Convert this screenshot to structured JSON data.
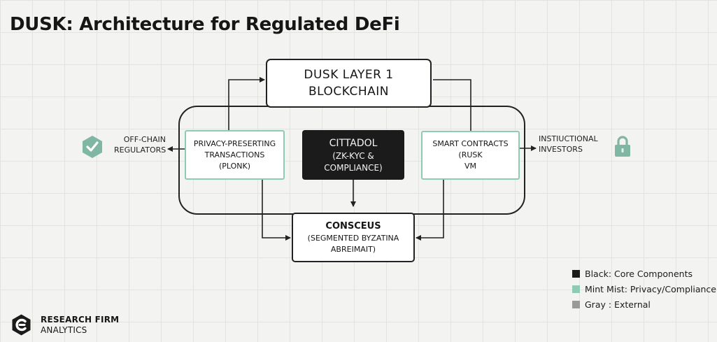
{
  "title": "DUSK: Architecture for Regulated DeFi",
  "nodes": {
    "layer1": {
      "line1": "DUSK LAYER 1",
      "line2": "BLOCKCHAIN"
    },
    "privacy": {
      "line1": "PRIVACY-PRESERTING",
      "line2": "TRANSACTIONS",
      "line3": "(PLONK)"
    },
    "citadel": {
      "line1": "CITTADOL",
      "line2": "(ZK-KYC &",
      "line3": "COMPLIANCE)"
    },
    "smart_contracts": {
      "line1": "SMART CONTRACTS",
      "line2": "(RUSK",
      "line3": "VM"
    },
    "consensus": {
      "line1": "CONSCEUS",
      "line2": "(SEGMENTED BYZATINA",
      "line3": "ABREIMAIT)"
    }
  },
  "external": {
    "left": {
      "line1": "OFF-CHAIN",
      "line2": "REGULATORS",
      "icon": "shield-check-icon"
    },
    "right": {
      "line1": "INSTIUCTIONAL",
      "line2": "INVESTORS",
      "icon": "lock-icon"
    }
  },
  "legend": [
    {
      "key": "Black",
      "desc": ": Core Components",
      "color": "#1b1b1b"
    },
    {
      "key": "Mint Mist",
      "desc": ": Privacy/Compliance",
      "color": "#8fcab5"
    },
    {
      "key": "Gray ",
      "desc": ": External",
      "color": "#9a9a9a"
    }
  ],
  "brand": {
    "line1": "RESEARCH FIRM",
    "line2": "ANALYTICS",
    "icon": "brand-logo-icon"
  },
  "colors": {
    "core": "#1b1b1b",
    "privacy": "#8fcab5",
    "external": "#9a9a9a"
  }
}
